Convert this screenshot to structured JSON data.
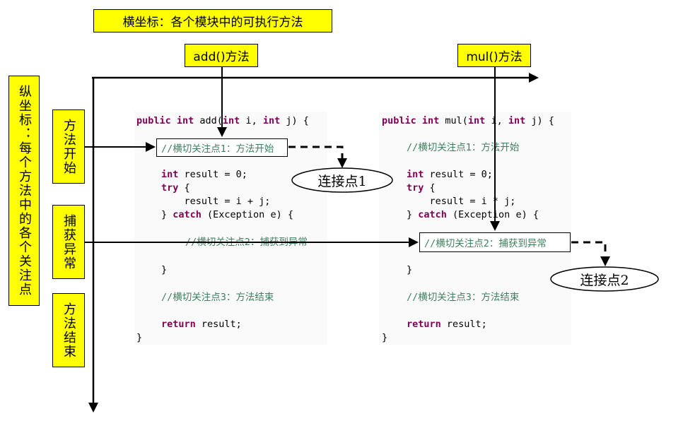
{
  "labels": {
    "x_axis": "横坐标：各个模块中的可执行方法",
    "y_axis": "纵坐标：每个方法中的各个关注点",
    "method_add": "add()方法",
    "method_mul": "mul()方法",
    "method_start": "方法开始",
    "catch_exception": "捕获异常",
    "method_end": "方法结束",
    "joinpoint1": "连接点1",
    "joinpoint2": "连接点2"
  },
  "code_add": {
    "sig_kw": "public int",
    "sig_rest": " add(",
    "sig_kw2": "int",
    "sig_rest2": " i, ",
    "sig_kw3": "int",
    "sig_rest3": " j) {",
    "c1": "//横切关注点1：方法开始",
    "l_int_kw": "int",
    "l_int": " result = 0;",
    "l_try": "try",
    "l_try_rest": " {",
    "l_assign": "    result = i + j;",
    "l_catch_pre": "} ",
    "l_catch_kw": "catch",
    "l_catch_rest": " (Exception e) {",
    "c2": "//横切关注点2：捕获到异常",
    "l_close": "}",
    "c3": "//横切关注点3：方法结束",
    "l_ret_kw": "return",
    "l_ret": " result;",
    "l_end": "}"
  },
  "code_mul": {
    "sig_kw": "public int",
    "sig_rest": " mul(",
    "sig_kw2": "int",
    "sig_rest2": " i, ",
    "sig_kw3": "int",
    "sig_rest3": " j) {",
    "c1": "//横切关注点1：方法开始",
    "l_int_kw": "int",
    "l_int": " result = 0;",
    "l_try": "try",
    "l_try_rest": " {",
    "l_assign": "    result = i * j;",
    "l_catch_pre": "} ",
    "l_catch_kw": "catch",
    "l_catch_rest": " (Exception e) {",
    "c2": "//横切关注点2：捕获到异常",
    "l_close": "}",
    "c3": "//横切关注点3：方法结束",
    "l_ret_kw": "return",
    "l_ret": " result;",
    "l_end": "}"
  }
}
